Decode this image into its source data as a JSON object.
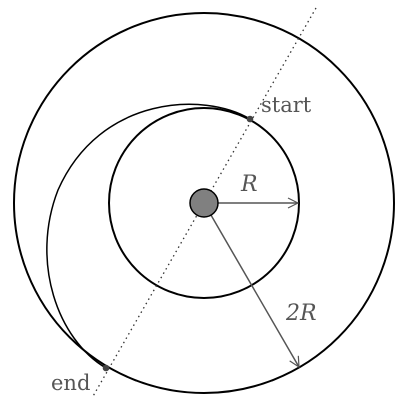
{
  "labels": {
    "start": "start",
    "end": "end",
    "inner_radius": "R",
    "outer_radius": "2R"
  },
  "colors": {
    "circle_stroke": "#000000",
    "arrow_stroke": "#555555",
    "center_fill": "#808080",
    "dot_fill": "#444444",
    "label_text": "#555555"
  }
}
